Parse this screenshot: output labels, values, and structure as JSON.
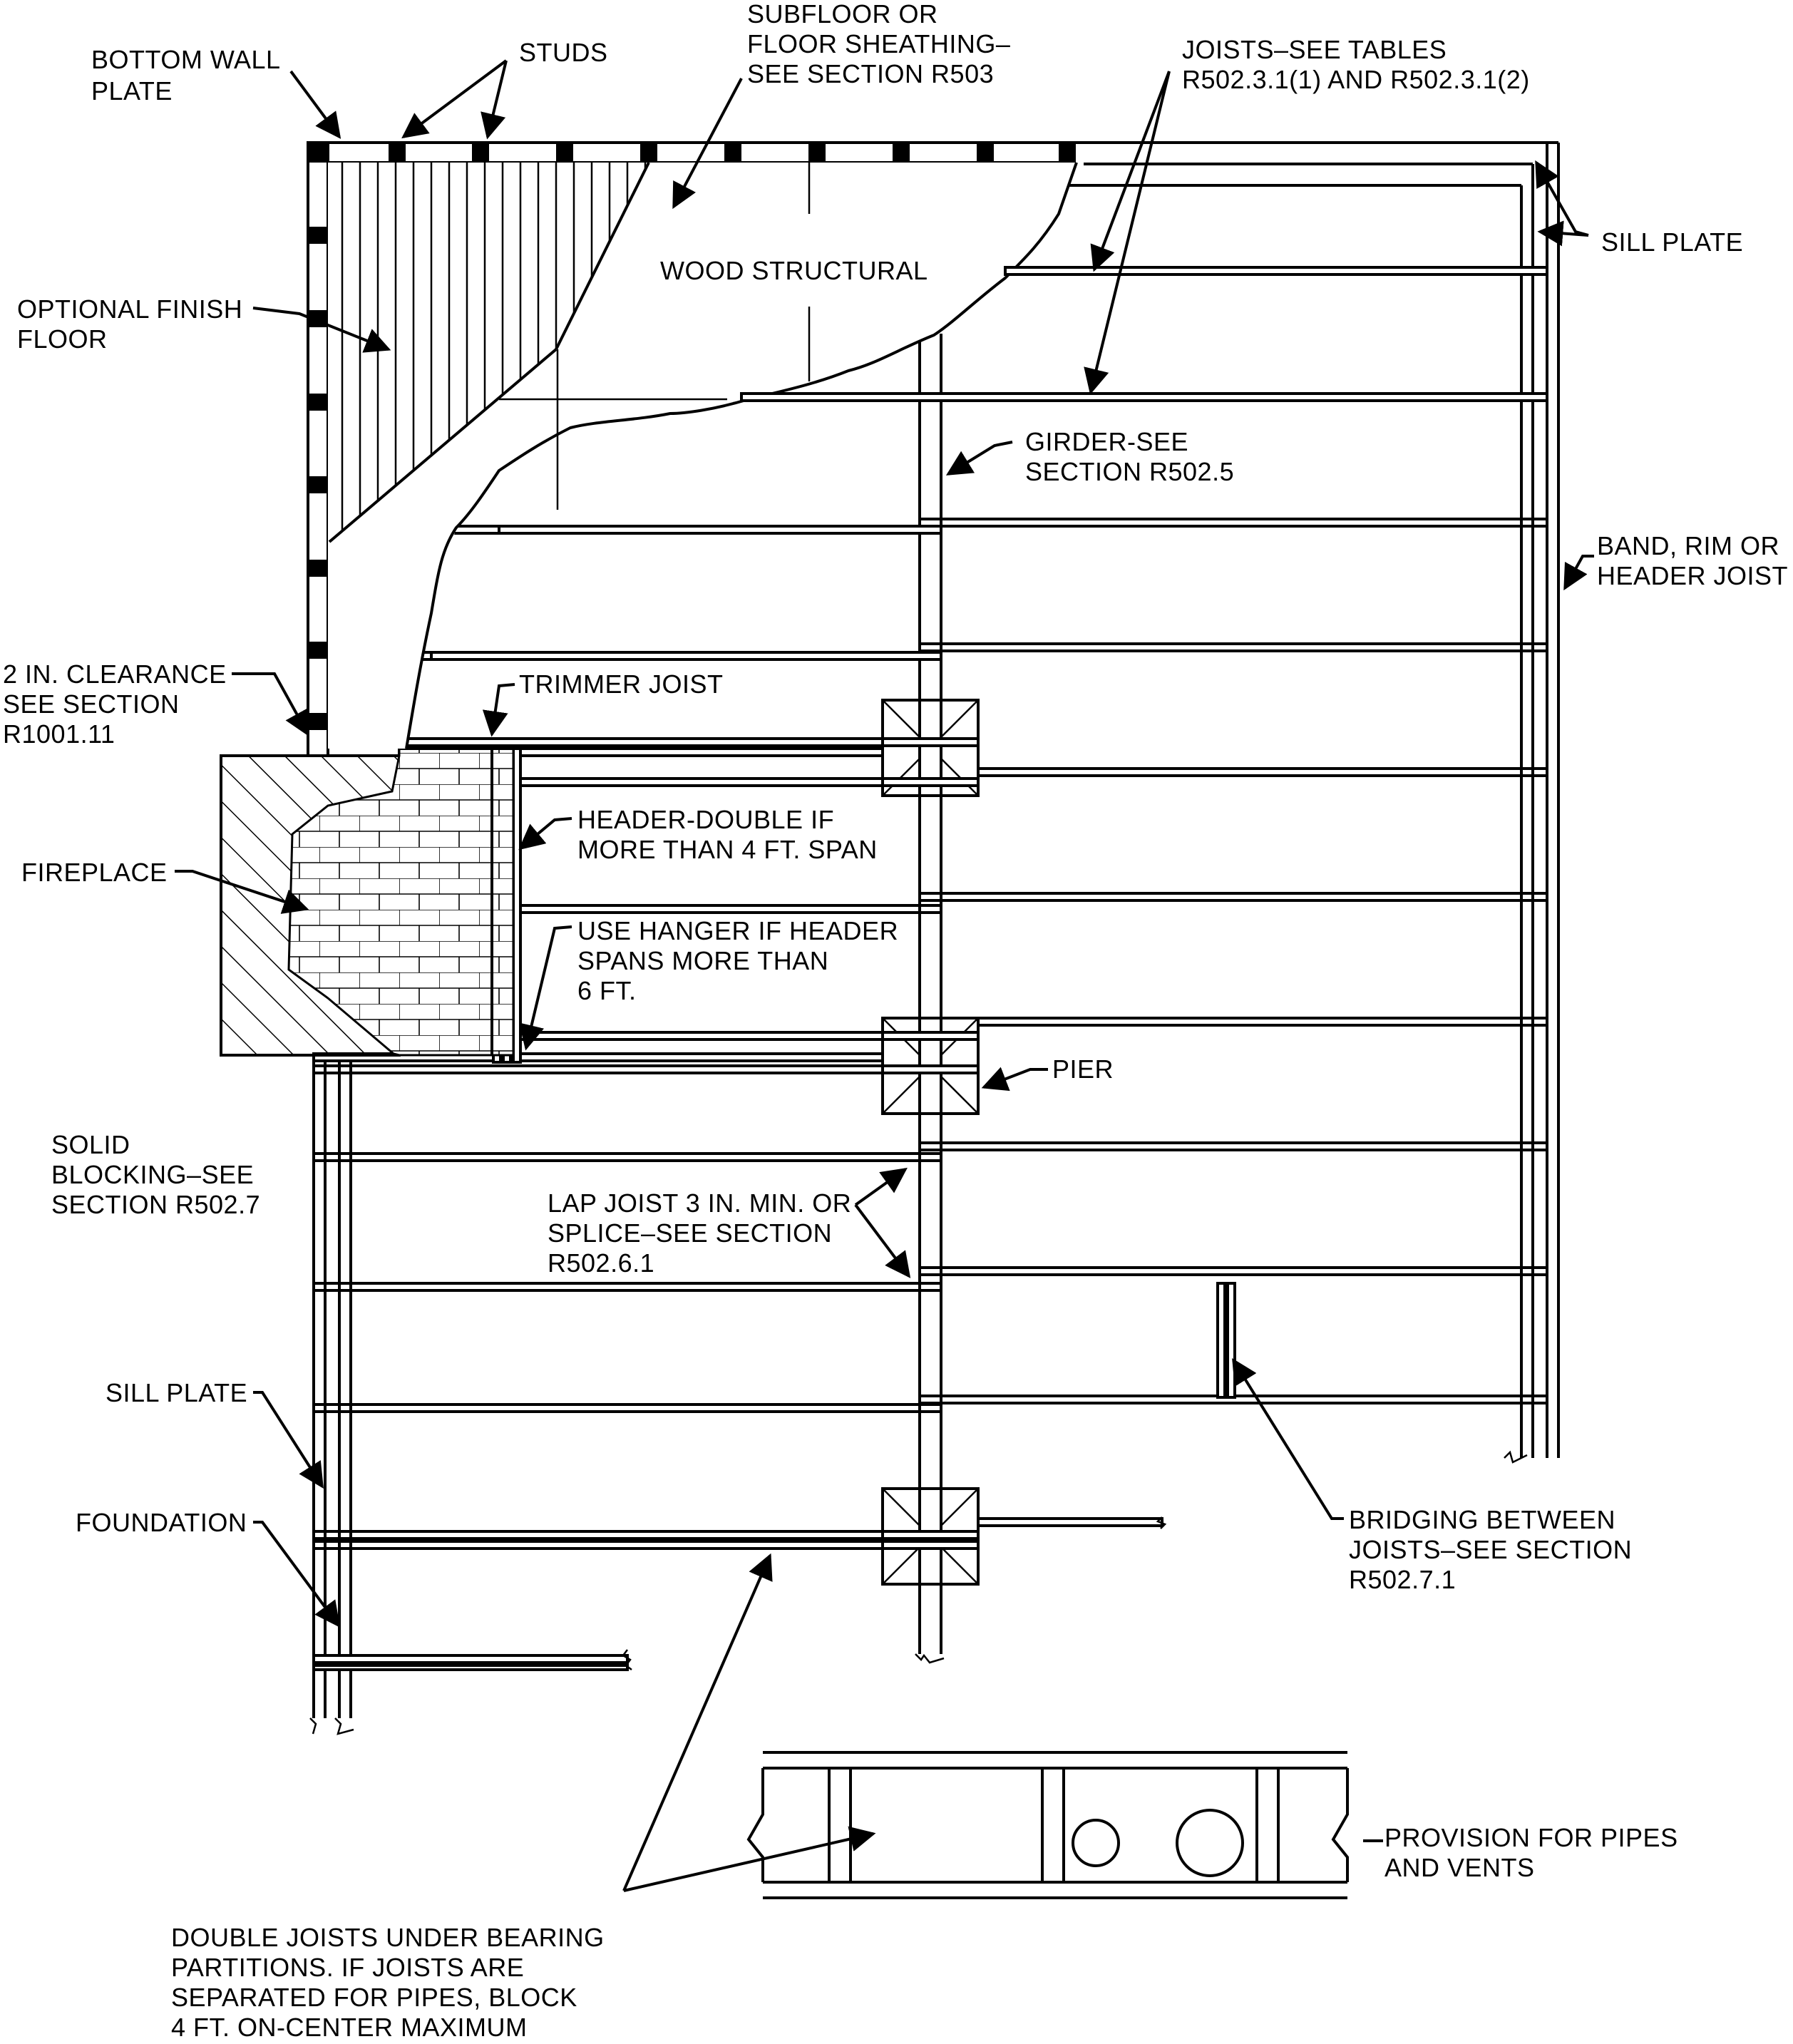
{
  "labels": {
    "bottom_wall_plate": [
      "BOTTOM WALL",
      "PLATE"
    ],
    "studs": [
      "STUDS"
    ],
    "subfloor": [
      "SUBFLOOR OR",
      "FLOOR SHEATHING–",
      "SEE SECTION R503"
    ],
    "joists_tables": [
      "JOISTS–SEE TABLES",
      "R502.3.1(1) AND R502.3.1(2)"
    ],
    "sill_plate_right": [
      "SILL PLATE"
    ],
    "wood_structural": [
      "WOOD STRUCTURAL"
    ],
    "optional_finish_floor": [
      "OPTIONAL FINISH",
      "FLOOR"
    ],
    "girder": [
      "GIRDER-SEE",
      "SECTION R502.5"
    ],
    "band_rim": [
      "BAND, RIM OR",
      "HEADER JOIST"
    ],
    "clearance": [
      "2 IN. CLEARANCE",
      "SEE SECTION",
      "R1001.11"
    ],
    "trimmer_joist": [
      "TRIMMER JOIST"
    ],
    "header_double": [
      "HEADER-DOUBLE IF",
      "MORE THAN 4 FT. SPAN"
    ],
    "fireplace": [
      "FIREPLACE"
    ],
    "use_hanger": [
      "USE HANGER IF HEADER",
      "SPANS MORE THAN",
      "6 FT."
    ],
    "pier": [
      "PIER"
    ],
    "solid_blocking": [
      "SOLID",
      "BLOCKING–SEE",
      "SECTION R502.7"
    ],
    "lap_joist": [
      "LAP JOIST 3 IN. MIN. OR",
      "SPLICE–SEE SECTION",
      "R502.6.1"
    ],
    "sill_plate_left": [
      "SILL PLATE"
    ],
    "foundation": [
      "FOUNDATION"
    ],
    "bridging": [
      "BRIDGING BETWEEN",
      "JOISTS–SEE SECTION",
      "R502.7.1"
    ],
    "provision_pipes": [
      "PROVISION FOR PIPES",
      "AND VENTS"
    ],
    "double_joists": [
      "DOUBLE JOISTS UNDER BEARING",
      "PARTITIONS. IF JOISTS ARE",
      "SEPARATED FOR PIPES, BLOCK",
      "4 FT. ON-CENTER MAXIMUM"
    ]
  }
}
